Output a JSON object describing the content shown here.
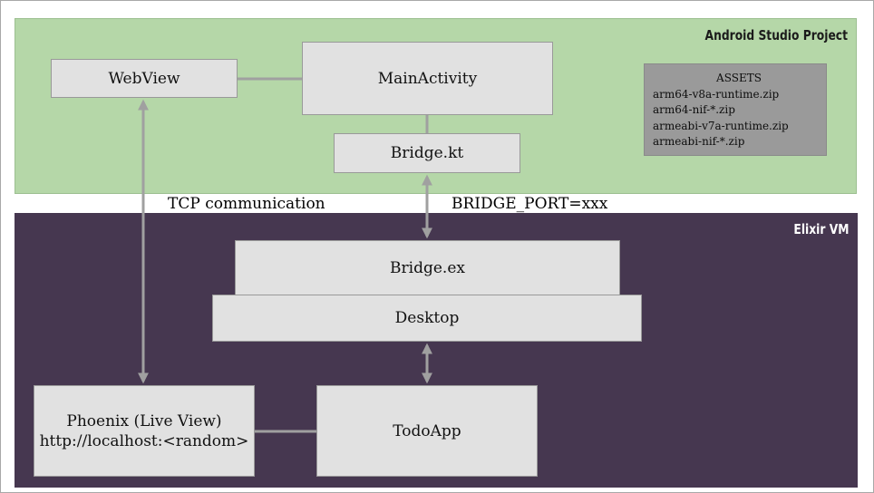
{
  "android": {
    "title": "Android Studio Project",
    "webview": "WebView",
    "main_activity": "MainActivity",
    "bridge_kt": "Bridge.kt",
    "assets": {
      "title": "ASSETS",
      "files": [
        "arm64-v8a-runtime.zip",
        "arm64-nif-*.zip",
        "armeabi-v7a-runtime.zip",
        "armeabi-nif-*.zip"
      ]
    }
  },
  "edges": {
    "tcp": "TCP communication",
    "bridge_port": "BRIDGE_PORT=xxx"
  },
  "elixir": {
    "title": "Elixir VM",
    "bridge_ex": "Bridge.ex",
    "desktop": "Desktop",
    "phoenix": {
      "line1": "Phoenix (Live View)",
      "line2": "http://localhost:<random>"
    },
    "todoapp": "TodoApp"
  },
  "colors": {
    "android_bg": "#b5d7a8",
    "elixir_bg": "#463750",
    "box_bg": "#e1e1e1",
    "assets_bg": "#9a9a9a",
    "connector": "#a0a0a0"
  }
}
